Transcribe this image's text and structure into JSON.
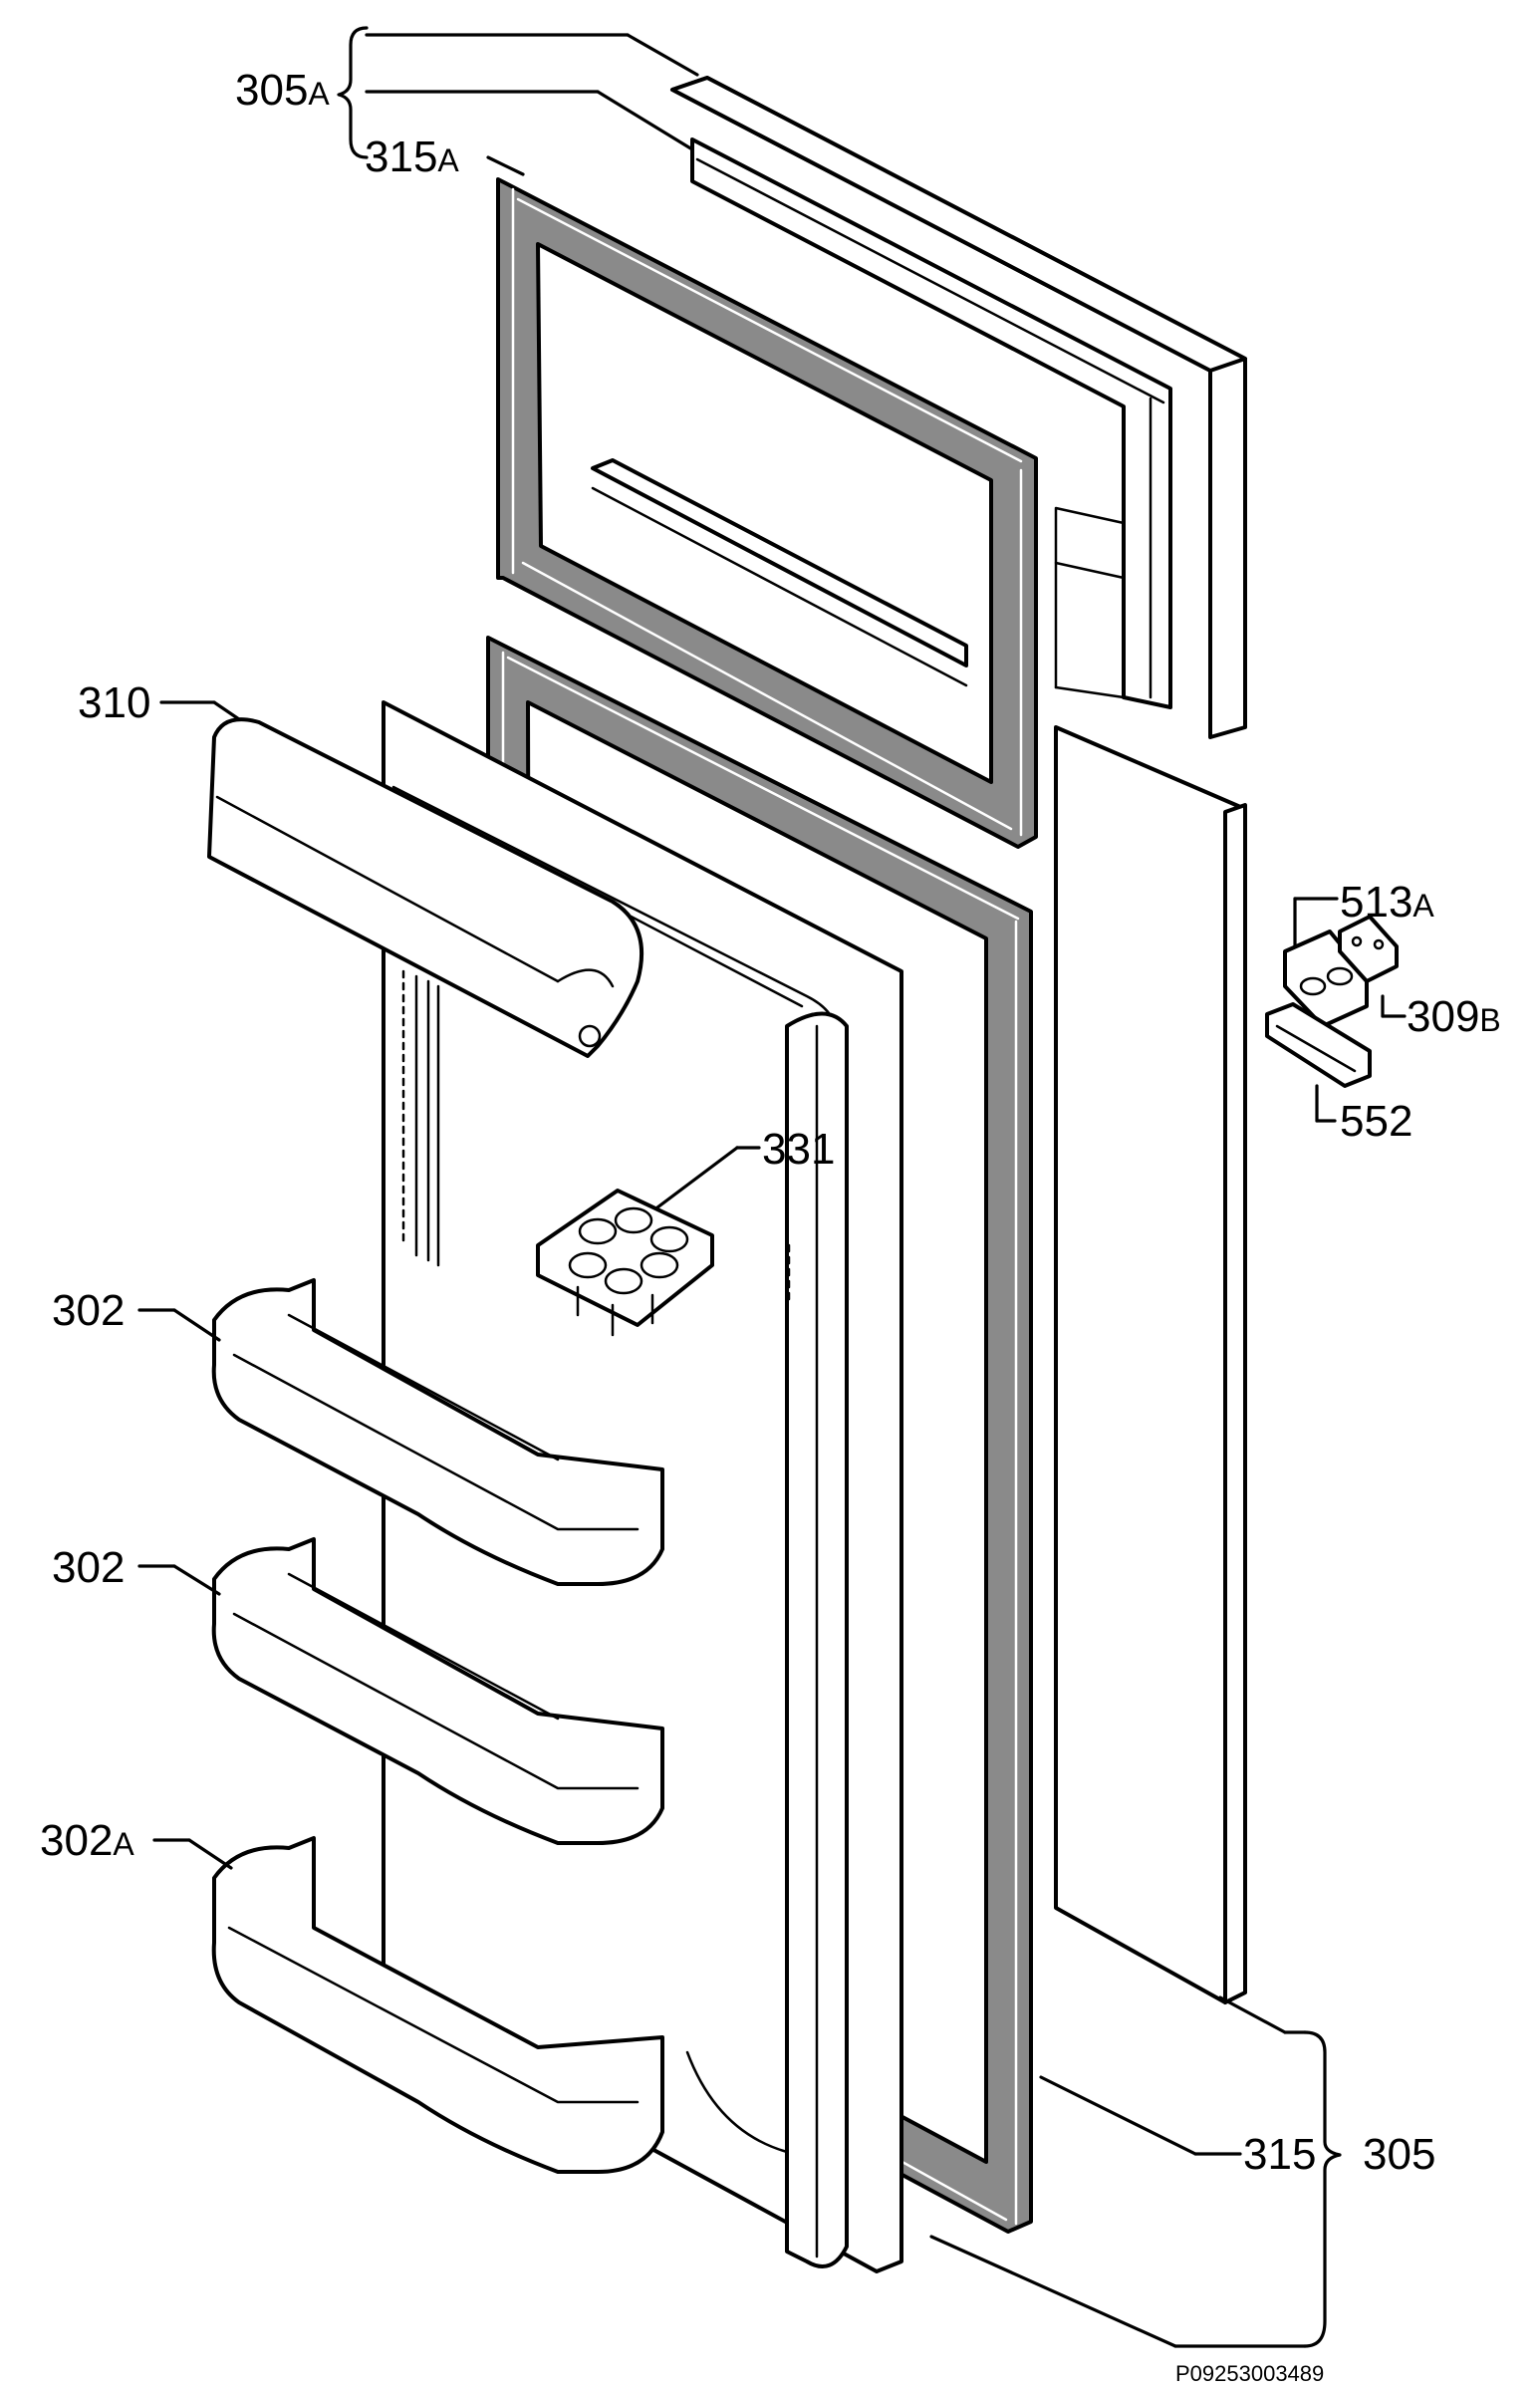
{
  "labels": {
    "l305a": "305",
    "l305a_suffix": "A",
    "l315a": "315",
    "l315a_suffix": "A",
    "l310": "310",
    "l513a": "513",
    "l513a_suffix": "A",
    "l309b": "309",
    "l309b_suffix": "B",
    "l552": "552",
    "l331": "331",
    "l302_top": "302",
    "l302_mid": "302",
    "l302a": "302",
    "l302a_suffix": "A",
    "l315": "315",
    "l305": "305"
  },
  "document_code": "P09253003489"
}
